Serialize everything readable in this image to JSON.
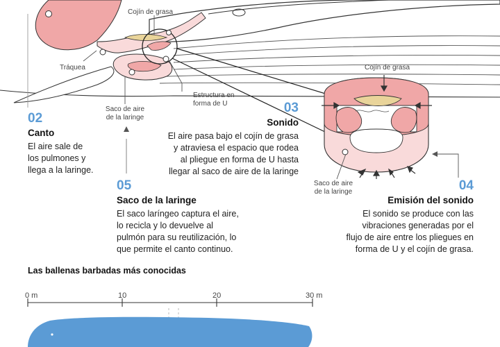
{
  "labels": {
    "cojin_top": "Cojín de grasa",
    "traquea": "Tráquea",
    "estructura_u": "Estructura en\nforma de U",
    "saco_aire": "Saco de aire\nde la laringe",
    "cojin_detail": "Cojín de grasa",
    "saco_aire_detail": "Saco de aire\nde la laringe"
  },
  "steps": [
    {
      "number": "02",
      "title": "Canto",
      "text": "El aire sale de\nlos pulmones y\nllega a la laringe."
    },
    {
      "number": "03",
      "title": "Sonido",
      "text": "El aire pasa bajo el cojín de grasa\ny atraviesa el espacio que rodea\nal pliegue en forma de U hasta\nllegar al saco de aire de la laringe"
    },
    {
      "number": "05",
      "title": "Saco de la laringe",
      "text": "El saco laríngeo captura el aire,\nlo recicla y lo devuelve al\npulmón para su reutilización, lo\nque permite el canto continuo."
    },
    {
      "number": "04",
      "title": "Emisión del sonido",
      "text": "El sonido se produce con las\nvibraciones generadas por el\nflujo de aire entre los pliegues en\nforma de U y el cojín de grasa."
    }
  ],
  "scale": {
    "title": "Las ballenas barbadas más conocidas",
    "ticks": [
      "0 m",
      "10",
      "20",
      "30 m"
    ]
  },
  "colors": {
    "accent": "#5b9bd5",
    "pink": "#f0a7a7",
    "pink_light": "#f9dada",
    "fat": "#e9d49a",
    "whale_blue": "#5b9bd5"
  }
}
